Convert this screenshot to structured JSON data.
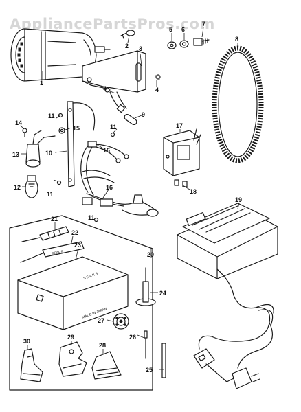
{
  "watermark": "AppliancePartsPros.com",
  "box_text": {
    "kit_box_brand": "S E A R S",
    "kit_box_origin": "MADE IN JAPAN"
  },
  "callouts": [
    {
      "id": "c1",
      "text": "1"
    },
    {
      "id": "c2",
      "text": "2"
    },
    {
      "id": "c3",
      "text": "3"
    },
    {
      "id": "c4",
      "text": "4"
    },
    {
      "id": "c4b",
      "text": "4"
    },
    {
      "id": "c5",
      "text": "5"
    },
    {
      "id": "c6",
      "text": "6"
    },
    {
      "id": "c7",
      "text": "7"
    },
    {
      "id": "c8",
      "text": "8"
    },
    {
      "id": "c9",
      "text": "9"
    },
    {
      "id": "c10",
      "text": "10"
    },
    {
      "id": "c11a",
      "text": "11"
    },
    {
      "id": "c11b",
      "text": "11"
    },
    {
      "id": "c11c",
      "text": "11"
    },
    {
      "id": "c11d",
      "text": "11"
    },
    {
      "id": "c12",
      "text": "12"
    },
    {
      "id": "c13",
      "text": "13"
    },
    {
      "id": "c14",
      "text": "14"
    },
    {
      "id": "c15",
      "text": "15"
    },
    {
      "id": "c16a",
      "text": "16"
    },
    {
      "id": "c16b",
      "text": "16"
    },
    {
      "id": "c17",
      "text": "17"
    },
    {
      "id": "c18",
      "text": "18"
    },
    {
      "id": "c19",
      "text": "19"
    },
    {
      "id": "c20",
      "text": "20"
    },
    {
      "id": "c21",
      "text": "21"
    },
    {
      "id": "c22",
      "text": "22"
    },
    {
      "id": "c23",
      "text": "23"
    },
    {
      "id": "c24",
      "text": "24"
    },
    {
      "id": "c25",
      "text": "25"
    },
    {
      "id": "c26",
      "text": "26"
    },
    {
      "id": "c27",
      "text": "27"
    },
    {
      "id": "c28",
      "text": "28"
    },
    {
      "id": "c29",
      "text": "29"
    },
    {
      "id": "c30",
      "text": "30"
    }
  ]
}
